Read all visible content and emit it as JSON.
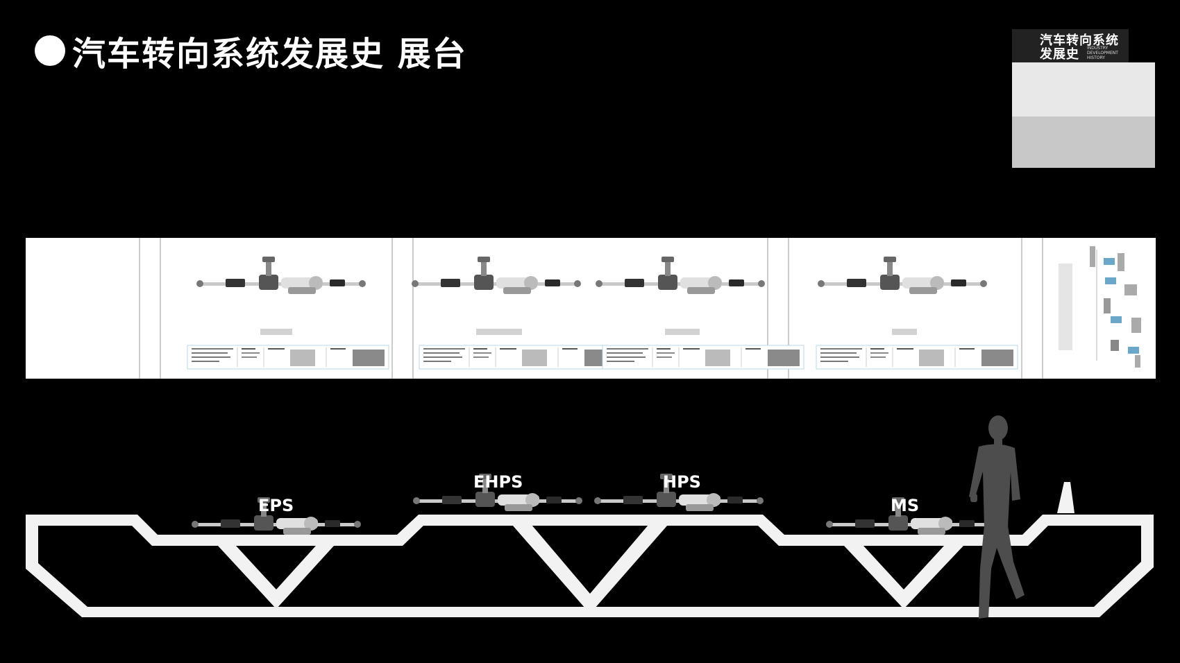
{
  "title": "汽车转向系统发展史 展台",
  "logo": {
    "cn_line1": "汽车转向系统",
    "cn_line2": "发展史",
    "en_lines": [
      "INDUSTRY",
      "DEVELOPMENT",
      "HISTORY"
    ]
  },
  "stand_labels": {
    "eps": "EPS",
    "ehps": "EHPS",
    "hps": "HPS",
    "ms": "MS"
  },
  "colors": {
    "background": "#000000",
    "panel": "#ffffff",
    "frame": "#f2f2f2",
    "figure": "#555555"
  }
}
